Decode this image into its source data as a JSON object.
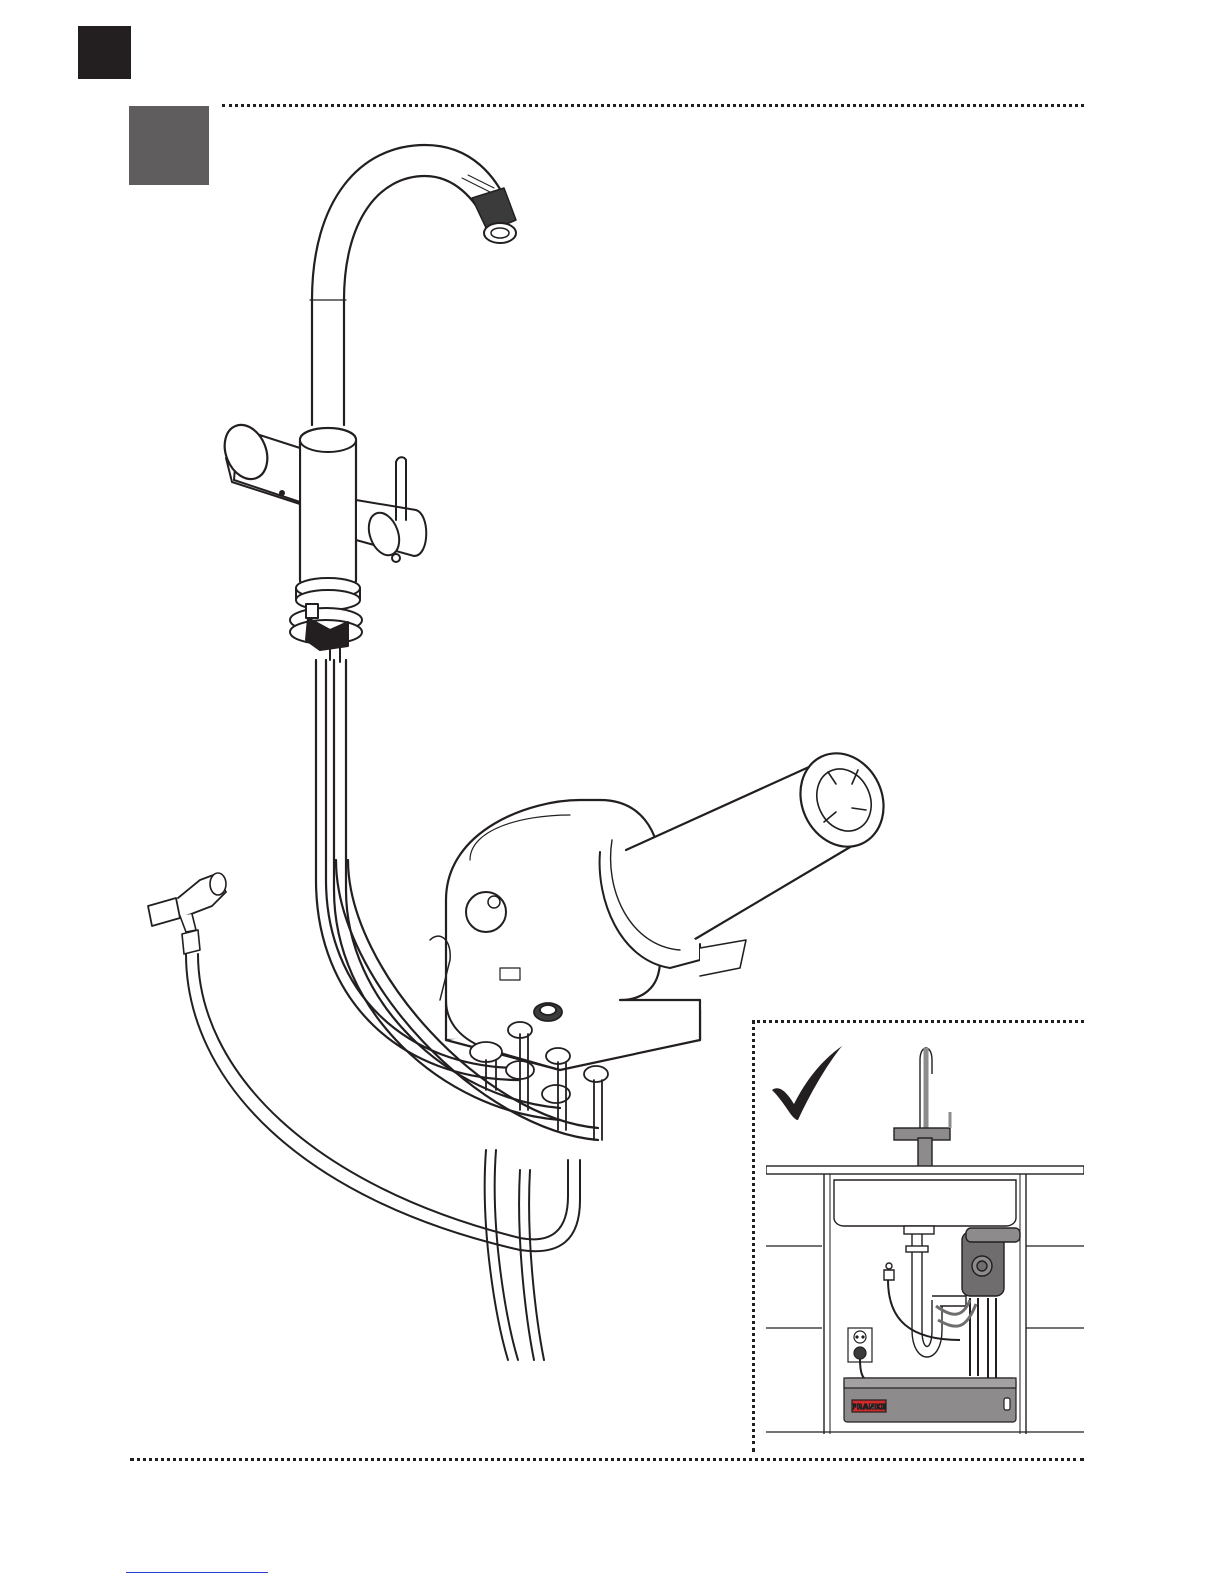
{
  "page": {
    "marker_color": "#231f20",
    "step_marker_color": "#5f5d5e",
    "line_color": "#231f20"
  },
  "main_illustration": {
    "components": [
      "mixer-tap",
      "flexible-hoses",
      "boiler-unit",
      "filter-cartridge",
      "angle-valve"
    ]
  },
  "inset": {
    "status_icon": "checkmark-icon",
    "components": [
      "mixer-tap",
      "countertop",
      "sink-basin",
      "drain-trap",
      "boiler-unit",
      "wall-socket",
      "angle-valve",
      "tank-unit"
    ],
    "brand_label": "FRANKE",
    "brand_color": "#d12a2a"
  },
  "footer": {
    "link_color": "#2b3fd1"
  }
}
